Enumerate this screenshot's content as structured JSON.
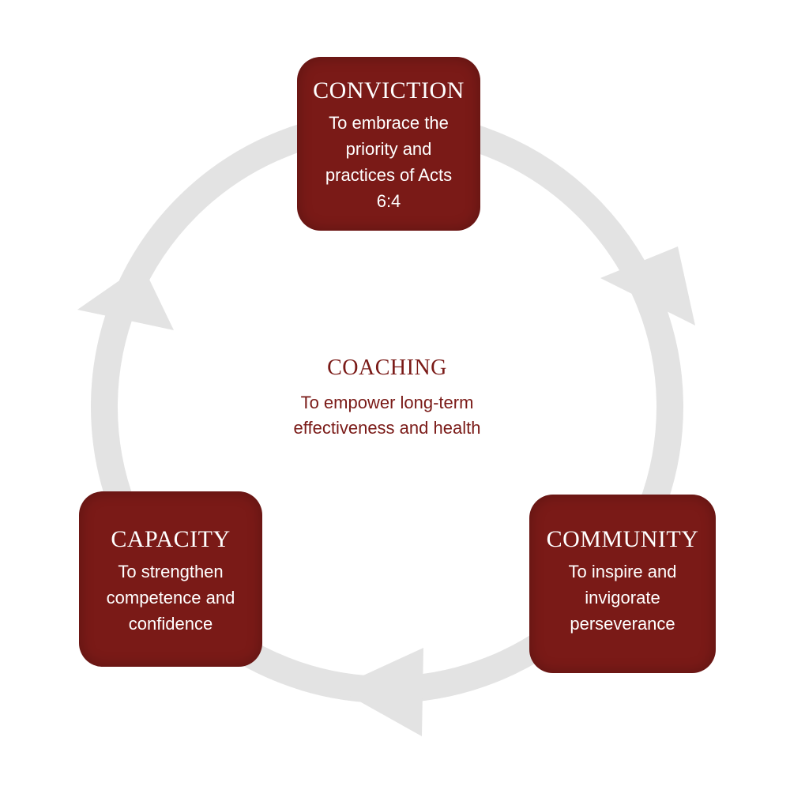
{
  "colors": {
    "node_fill": "#7a1a17",
    "ring": "#e3e3e3",
    "node_text": "#ffffff",
    "center_text": "#7a1a17"
  },
  "center": {
    "title": "COACHING",
    "description": "To empower long-term effectiveness and health"
  },
  "nodes": [
    {
      "id": "conviction",
      "title": "CONVICTION",
      "description": "To embrace the priority and practices of Acts 6:4"
    },
    {
      "id": "community",
      "title": "COMMUNITY",
      "description": "To inspire and invigorate perseverance"
    },
    {
      "id": "capacity",
      "title": "CAPACITY",
      "description": "To strengthen competence and confidence"
    }
  ],
  "flow": {
    "direction": "clockwise",
    "arrow_count": 3,
    "arrow_icon": "arrowhead-icon"
  }
}
